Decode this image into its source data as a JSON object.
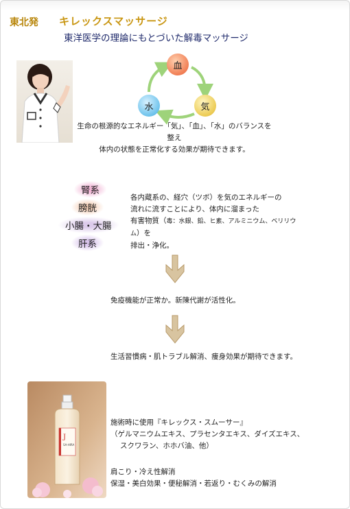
{
  "header": {
    "region": "東北発",
    "title": "キレックスマッサージ",
    "subtitle": "東洋医学の理論にもとづいた解毒マッサージ"
  },
  "cycle": {
    "blood": "血",
    "water": "水",
    "ki": "気"
  },
  "intro": {
    "line1": "生命の根源的なエネルギー「気」、「血」、「水」のバランスを整え",
    "line2": "体内の状態を正常化する効果が期待できます。"
  },
  "organs": [
    "腎系",
    "膀胱",
    "小腸・大腸",
    "肝系"
  ],
  "organ_text": {
    "line1": "各内蔵系の、経穴（ツボ）を気のエネルギーの",
    "line2": "流れに流すことにより、体内に溜まった",
    "line3_prefix": "有害物質（",
    "line3_fine": "毒：水銀、鉛、ヒ素、アルミニウム、ベリリウム",
    "line3_suffix": "）を",
    "line4": "排出・浄化。"
  },
  "step1": "免疫機能が正常か。新陳代謝が活性化。",
  "step2": "生活習慣病・肌トラブル解消、痩身効果が期待できます。",
  "product": {
    "usage": "施術時に使用『キレックス・スムーサー』",
    "ingredients1": "（ゲルマニウムエキス、プラセンタエキス、ダイズエキス、",
    "ingredients2": "スクワラン、ホホバ油、他）",
    "effect1": "肩こり・冷え性解消",
    "effect2": "保湿・美白効果・便秘解消・若返り・むくみの解消",
    "bottle_label": "J",
    "bottle_brand": "SA-HIRA"
  },
  "colors": {
    "title": "#c99612",
    "subtitle": "#1f2a6b",
    "arrow": "#c8b089"
  }
}
